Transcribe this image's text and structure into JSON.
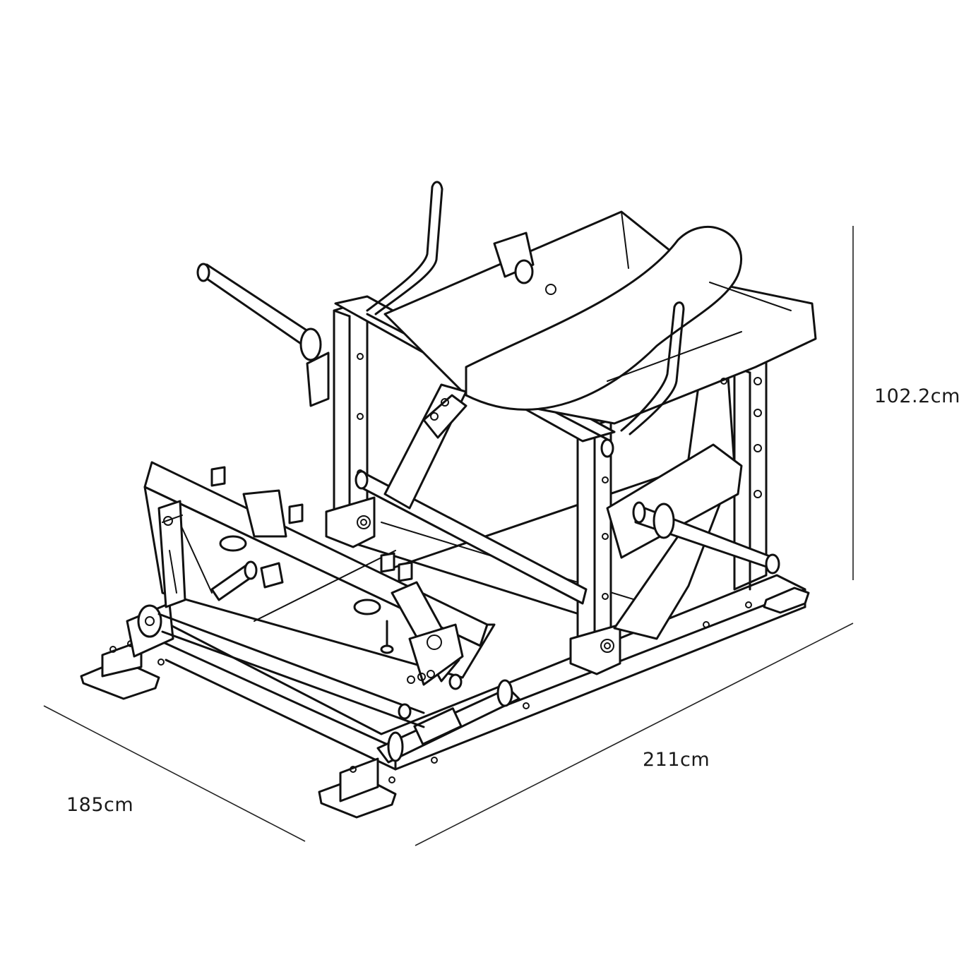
{
  "dimensions": {
    "height": "102.2cm",
    "length": "211cm",
    "width": "185cm"
  },
  "colors": {
    "line": "#111111",
    "background": "#ffffff"
  }
}
